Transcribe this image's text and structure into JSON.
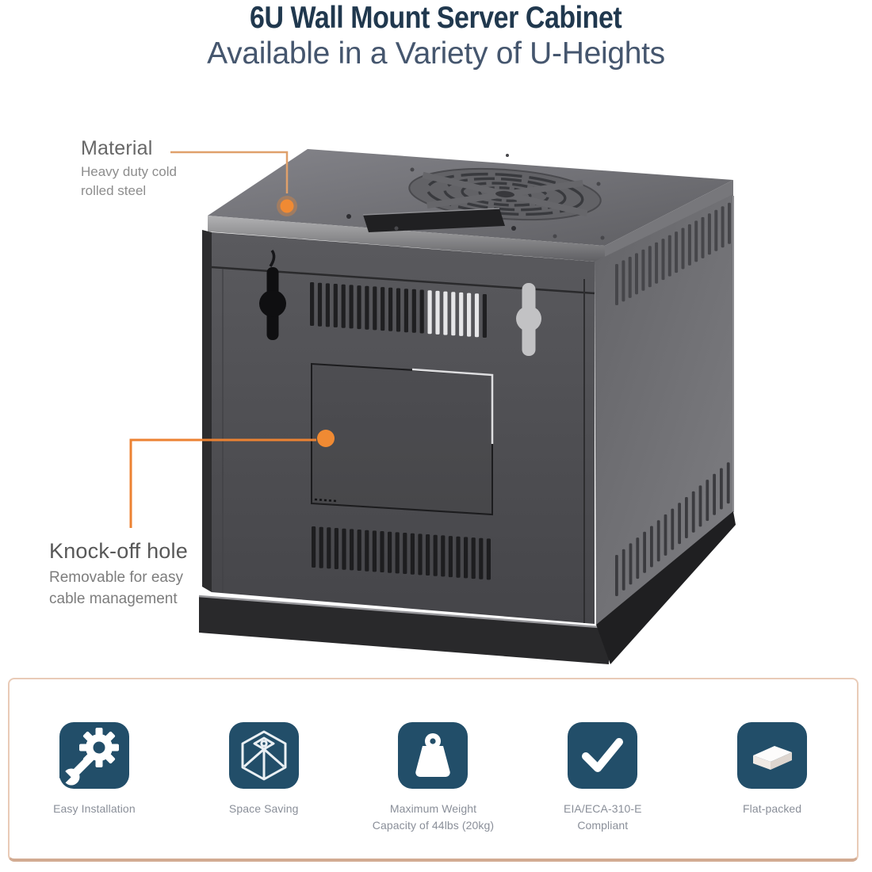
{
  "header": {
    "title": "6U Wall Mount Server Cabinet",
    "subtitle": "Available in a Variety of U-Heights"
  },
  "callouts": {
    "material": {
      "title": "Material",
      "description": "Heavy duty cold\nrolled steel"
    },
    "knock_off": {
      "title": "Knock-off hole",
      "description": "Removable for easy\ncable management"
    }
  },
  "product": {
    "name": "6U wall mount server cabinet",
    "visible_parts": [
      "top fan vent",
      "top cable slot",
      "wall-mount keyholes",
      "front vent slats",
      "knock-off panel",
      "side vent slats",
      "base plinth"
    ]
  },
  "features": [
    {
      "icon": "wrench-gear-icon",
      "label": "Easy Installation"
    },
    {
      "icon": "cube-icon",
      "label": "Space Saving"
    },
    {
      "icon": "weight-icon",
      "label": "Maximum Weight\nCapacity of 44lbs (20kg)"
    },
    {
      "icon": "checkmark-icon",
      "label": "EIA/ECA-310-E\nCompliant"
    },
    {
      "icon": "flat-box-icon",
      "label": "Flat-packed"
    }
  ],
  "colors": {
    "accent_orange": "#f08a33",
    "leader_orange": "#ec8232",
    "leader_tan": "#dfa06b",
    "tile_teal": "#224e69",
    "title_navy": "#20384e",
    "subtitle_slate": "#45566e",
    "panel_border": "#e9cbb7",
    "panel_border_bottom": "#d2ab92",
    "label_gray": "#8a8f99"
  }
}
